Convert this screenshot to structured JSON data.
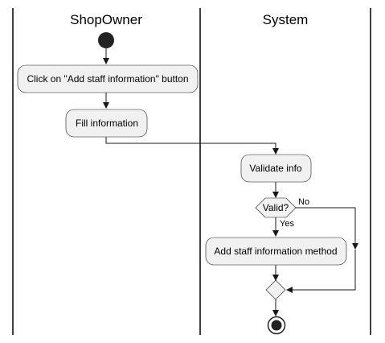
{
  "swimlanes": [
    {
      "title": "ShopOwner"
    },
    {
      "title": "System"
    }
  ],
  "nodes": {
    "click_button": "Click on \"Add staff information\" button",
    "fill_info": "Fill information",
    "validate_info": "Validate info",
    "decision": "Valid?",
    "add_method": "Add staff information method"
  },
  "edge_labels": {
    "yes": "Yes",
    "no": "No"
  },
  "colors": {
    "activity_fill": "#f1f1f1",
    "line": "#181818"
  }
}
